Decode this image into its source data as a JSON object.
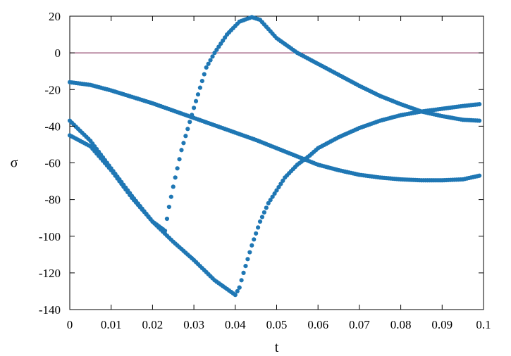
{
  "chart_data": {
    "type": "scatter",
    "title": "",
    "xlabel": "t",
    "ylabel": "σ",
    "xlim": [
      0,
      0.1
    ],
    "ylim": [
      -140,
      20
    ],
    "x_ticks": [
      "0",
      "0.01",
      "0.02",
      "0.03",
      "0.04",
      "0.05",
      "0.06",
      "0.07",
      "0.08",
      "0.09",
      "0.1"
    ],
    "y_ticks": [
      "20",
      "0",
      "-20",
      "-40",
      "-60",
      "-80",
      "-100",
      "-120",
      "-140"
    ],
    "grid": false,
    "legend": "none",
    "colors": {
      "points": "#1f77b4",
      "zero_line": "#7a1f4d"
    },
    "reference_line": {
      "y": 0
    },
    "series": [
      {
        "x": [
          0.0,
          0.005,
          0.01,
          0.015,
          0.02,
          0.025,
          0.03,
          0.035,
          0.04,
          0.045,
          0.05,
          0.055,
          0.06,
          0.065,
          0.07,
          0.075,
          0.08,
          0.085,
          0.09,
          0.095,
          0.099
        ],
        "y": [
          -16,
          -17.5,
          -20.5,
          -24,
          -27.5,
          -31.5,
          -35.5,
          -39.5,
          -43.5,
          -47.5,
          -52,
          -56.5,
          -61,
          -64,
          -66.5,
          -68,
          -69,
          -69.5,
          -69.5,
          -69,
          -67
        ]
      },
      {
        "x": [
          0.0,
          0.005,
          0.01,
          0.015,
          0.02,
          0.025,
          0.03,
          0.035,
          0.04,
          0.041
        ],
        "y": [
          -45,
          -51,
          -64,
          -79,
          -92,
          -103,
          -113,
          -124,
          -132,
          -128
        ]
      },
      {
        "x": [
          0.0,
          0.005,
          0.01,
          0.015,
          0.02,
          0.023,
          0.024,
          0.025,
          0.027,
          0.03,
          0.033,
          0.035,
          0.038,
          0.041,
          0.044,
          0.046,
          0.05,
          0.055,
          0.06,
          0.065,
          0.07,
          0.075,
          0.08,
          0.085,
          0.09,
          0.095,
          0.099
        ],
        "y": [
          -37,
          -48,
          -63,
          -78,
          -92,
          -97,
          -84,
          -73,
          -53,
          -30,
          -8,
          0,
          10,
          17,
          19.5,
          18,
          8,
          0,
          -6,
          -12,
          -18,
          -23.5,
          -28,
          -32,
          -34.5,
          -36.5,
          -37
        ]
      },
      {
        "x": [
          0.041,
          0.042,
          0.044,
          0.046,
          0.048,
          0.05,
          0.052,
          0.055,
          0.058,
          0.06,
          0.065,
          0.07,
          0.075,
          0.08,
          0.085,
          0.09,
          0.095,
          0.099
        ],
        "y": [
          -128,
          -120,
          -105,
          -92,
          -82,
          -75,
          -68,
          -61,
          -56,
          -52,
          -46,
          -41,
          -37,
          -34,
          -32,
          -30.5,
          -29,
          -28
        ]
      }
    ]
  }
}
